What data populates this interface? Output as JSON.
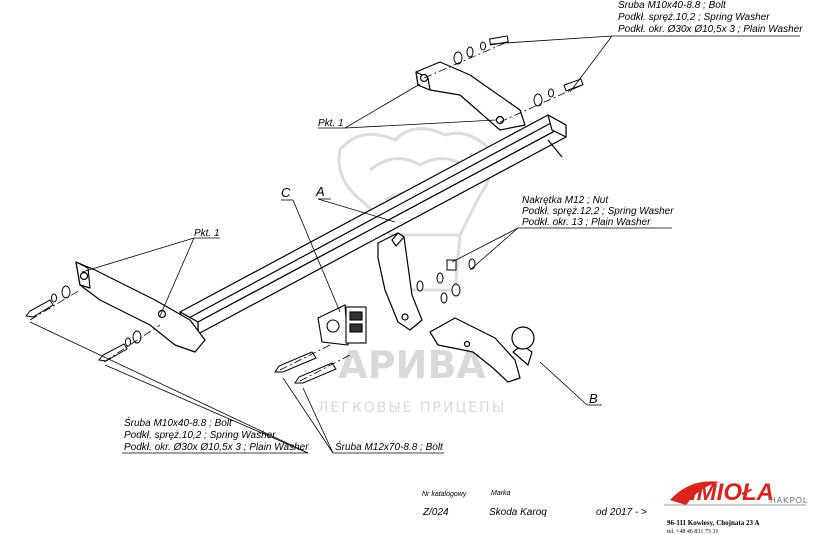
{
  "watermark": {
    "name": "АРИВА",
    "tagline": "ЛЕГКОВЫЕ ПРИЦЕПЫ"
  },
  "callouts": {
    "top_right": {
      "line1": "Śruba M10x40-8.8 ;  Bolt",
      "line2": "Podkł. spręż.10,2 ; Spring Washer",
      "line3": "Podkł. okr.  Ø30x Ø10,5x 3 ; Plain Washer"
    },
    "nut": {
      "line1": "Nakrętka  M12 ; Nut",
      "line2": "Podkł. spręż.12,2 ; Spring Washer",
      "line3": "Podkł. okr. 13 ; Plain Washer"
    },
    "bottom_left": {
      "line1": "Śruba M10x40-8.8 ;  Bolt",
      "line2": "Podkł. spręż.10,2 ; Spring Washer",
      "line3": "Podkł. okr.  Ø30x Ø10,5x 3 ; Plain Washer"
    },
    "bolt_m12": "Śruba M12x70-8.8 ;  Bolt",
    "pkt_top": "Pkt. 1",
    "pkt_left": "Pkt. 1"
  },
  "part_letters": {
    "a": "A",
    "b": "B",
    "c": "C"
  },
  "title_block": {
    "catalog_label": "Nr katalogowy",
    "catalog_value": "Z/024",
    "brand_label": "Marka",
    "brand_value": "Skoda Karoq",
    "years": "od  2017 - >"
  },
  "company": {
    "logo": "IMIOŁA",
    "logo_sub": "HAKPOL",
    "address": "96-111 Kowiesy, Chojnata 23 A",
    "phone": "tel. +48 46 831 73 31",
    "brand_color": "#d9231d"
  }
}
